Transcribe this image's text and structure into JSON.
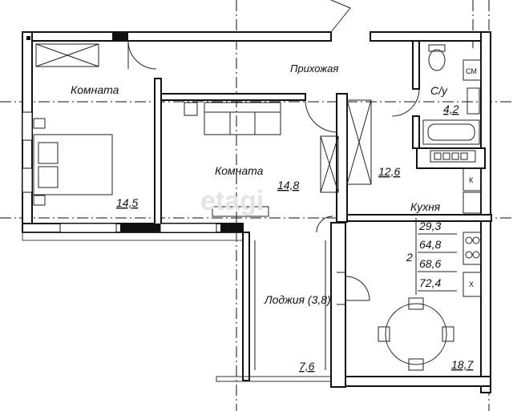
{
  "watermark": "etagi",
  "rooms": {
    "room1_name": "Комната",
    "room1_area": "14,5",
    "room2_name": "Комната",
    "room2_area": "14,8",
    "hall_name": "Прихожая",
    "hall_area": "12,6",
    "bath_name": "С/у",
    "bath_area": "4,2",
    "kitchen_name": "Кухня",
    "kitchen_area": "18,7",
    "loggia_name": "Лоджия (3,8)",
    "loggia_area": "7,6"
  },
  "summary": {
    "rooms_count": "2",
    "living": "29,3",
    "total": "64,8",
    "total_with_loggia": "68,6",
    "total_full": "72,4"
  },
  "fixture_labels": {
    "washer": "СМ",
    "fridge": "Х",
    "boiler": "К"
  }
}
